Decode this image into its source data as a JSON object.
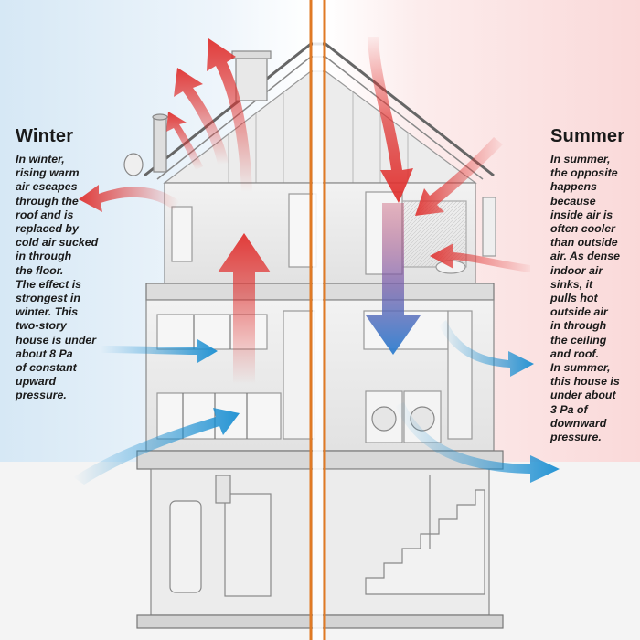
{
  "winter": {
    "title": "Winter",
    "lines": [
      "In winter,",
      "rising warm",
      "air escapes",
      "through the",
      "roof and is",
      "replaced by",
      "cold air sucked",
      "in through",
      "the floor.",
      "The effect is",
      "strongest in",
      "winter. This",
      "two-story",
      "house is under",
      "about 8 Pa",
      "of constant",
      "upward",
      "pressure."
    ]
  },
  "summer": {
    "title": "Summer",
    "lines": [
      "In summer,",
      "the opposite",
      "happens",
      "because",
      "inside air is",
      "often cooler",
      "than outside",
      "air. As dense",
      "indoor air",
      "sinks, it",
      "pulls hot",
      "outside air",
      "in through",
      "the ceiling",
      "and roof.",
      "In summer,",
      "this house is",
      "under about",
      "3 Pa of",
      "downward",
      "pressure."
    ]
  },
  "colors": {
    "warm_air": "#e0312f",
    "cold_air": "#1b8fd2",
    "divider": "#e07a25",
    "winter_tint": "#dcebf6",
    "summer_tint": "#fbe3e3"
  }
}
